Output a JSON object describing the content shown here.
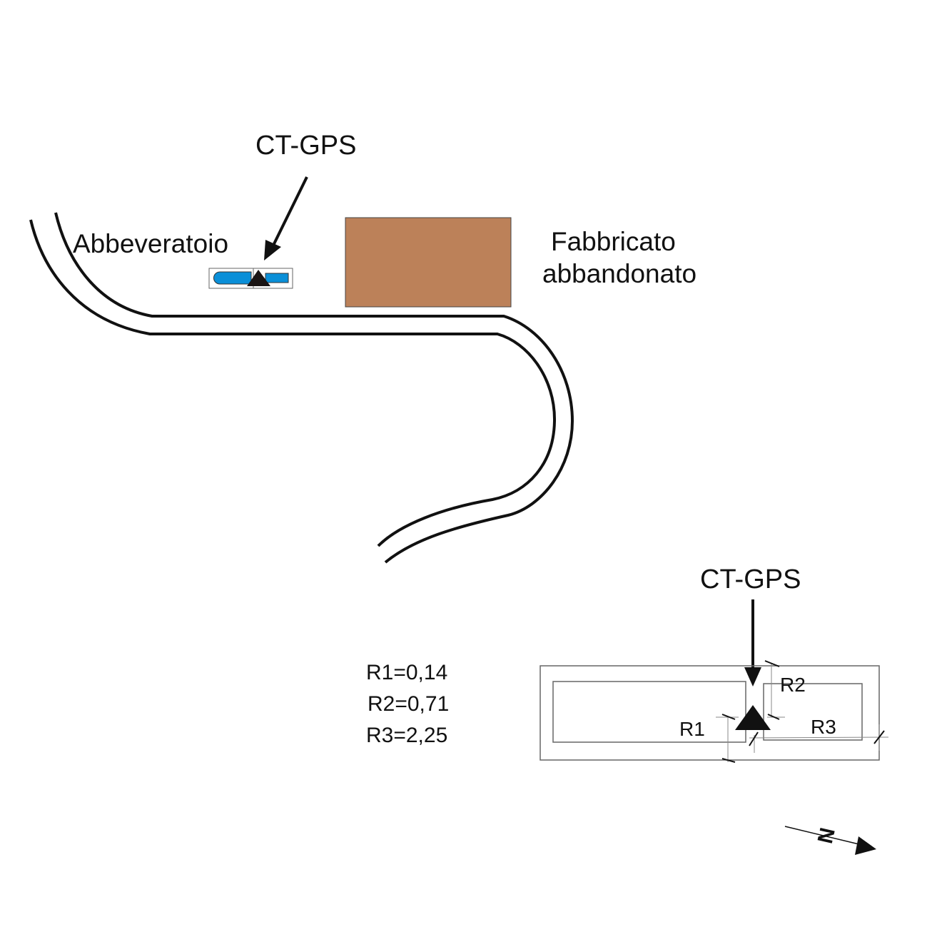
{
  "labels": {
    "gps_top": "CT-GPS",
    "trough": "Abbeveratoio",
    "building_line1": "Fabbricato",
    "building_line2": "abbandonato",
    "gps_bottom": "CT-GPS",
    "r1_tag": "R1",
    "r2_tag": "R2",
    "r3_tag": "R3",
    "north": "N"
  },
  "measurements": [
    "R1=0,14",
    "R2=0,71",
    "R3=2,25"
  ],
  "colors": {
    "building": "#bc8159",
    "water": "#0a8fd8",
    "line": "#111111"
  }
}
